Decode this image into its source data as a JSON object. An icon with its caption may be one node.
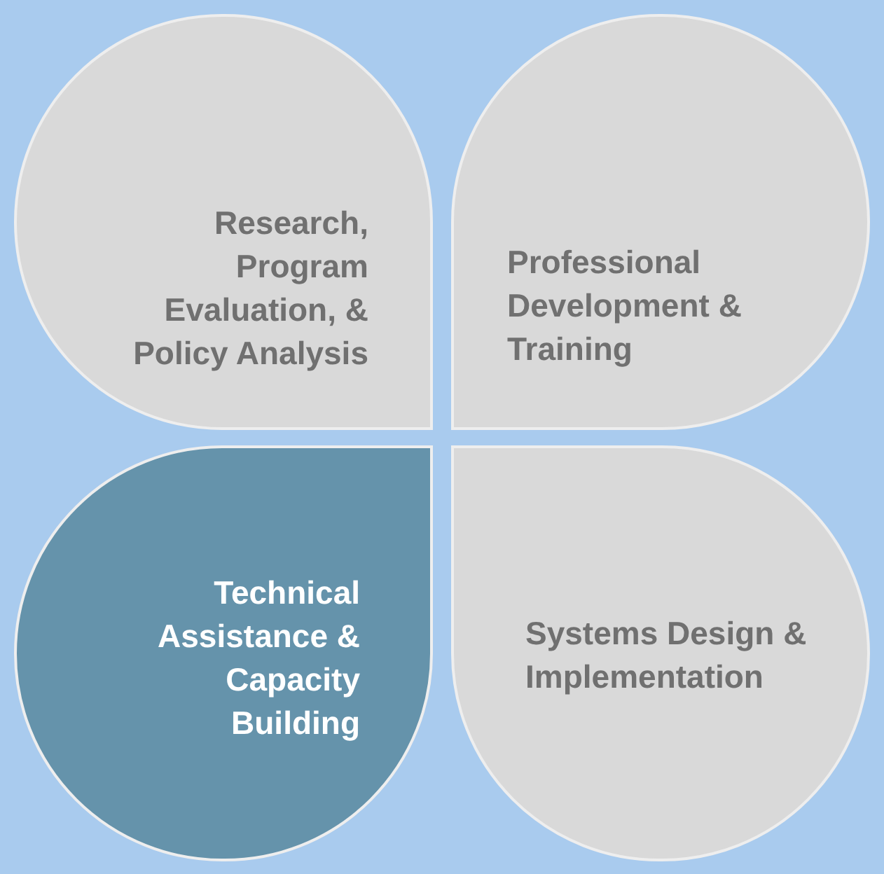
{
  "diagram": {
    "nodes": [
      {
        "text": [
          "Research, Program Evaluation, & Policy Analysis"
        ]
      },
      {
        "text": [
          "Professional Development & Training"
        ]
      },
      {
        "text": [
          "Technical Assistance & Capacity Building"
        ]
      },
      {
        "text": [
          "Systems Design & Implementation"
        ]
      }
    ]
  }
}
